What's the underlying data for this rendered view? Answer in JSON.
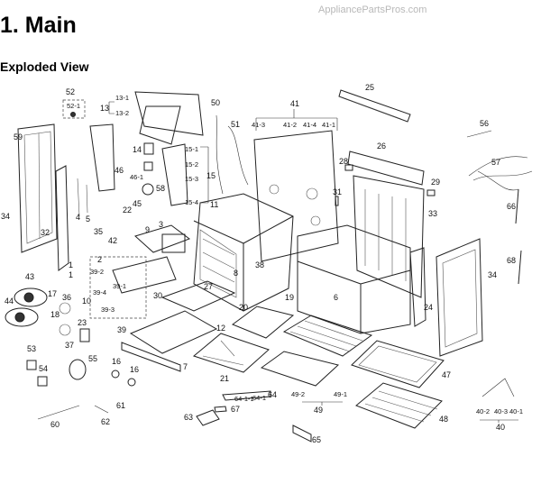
{
  "watermark": "AppliancePartsPros.com",
  "section_title": "1. Main",
  "subtitle": "Exploded View",
  "callouts": [
    "52",
    "52-1",
    "13-1",
    "13",
    "13-2",
    "50",
    "51",
    "41",
    "41-3",
    "41-2",
    "41-4",
    "41-1",
    "25",
    "56",
    "59",
    "14",
    "15-1",
    "26",
    "46",
    "15-2",
    "28",
    "57",
    "46-1",
    "58",
    "15-3",
    "15",
    "29",
    "31",
    "15-4",
    "11",
    "4",
    "5",
    "45",
    "22",
    "66",
    "33",
    "34",
    "3",
    "35",
    "9",
    "32",
    "42",
    "38",
    "8",
    "2",
    "1",
    "1",
    "39-2",
    "68",
    "34",
    "19",
    "6",
    "43",
    "17",
    "39-4",
    "39-1",
    "36",
    "10",
    "27",
    "30",
    "24",
    "44",
    "18",
    "39-3",
    "23",
    "20",
    "39",
    "12",
    "37",
    "53",
    "7",
    "55",
    "54",
    "16",
    "16",
    "21",
    "47",
    "64",
    "64-1",
    "64-1-1",
    "49-2",
    "49-1",
    "61",
    "49",
    "40-2",
    "40-3",
    "40-1",
    "48",
    "67",
    "63",
    "40",
    "60",
    "62",
    "65"
  ]
}
